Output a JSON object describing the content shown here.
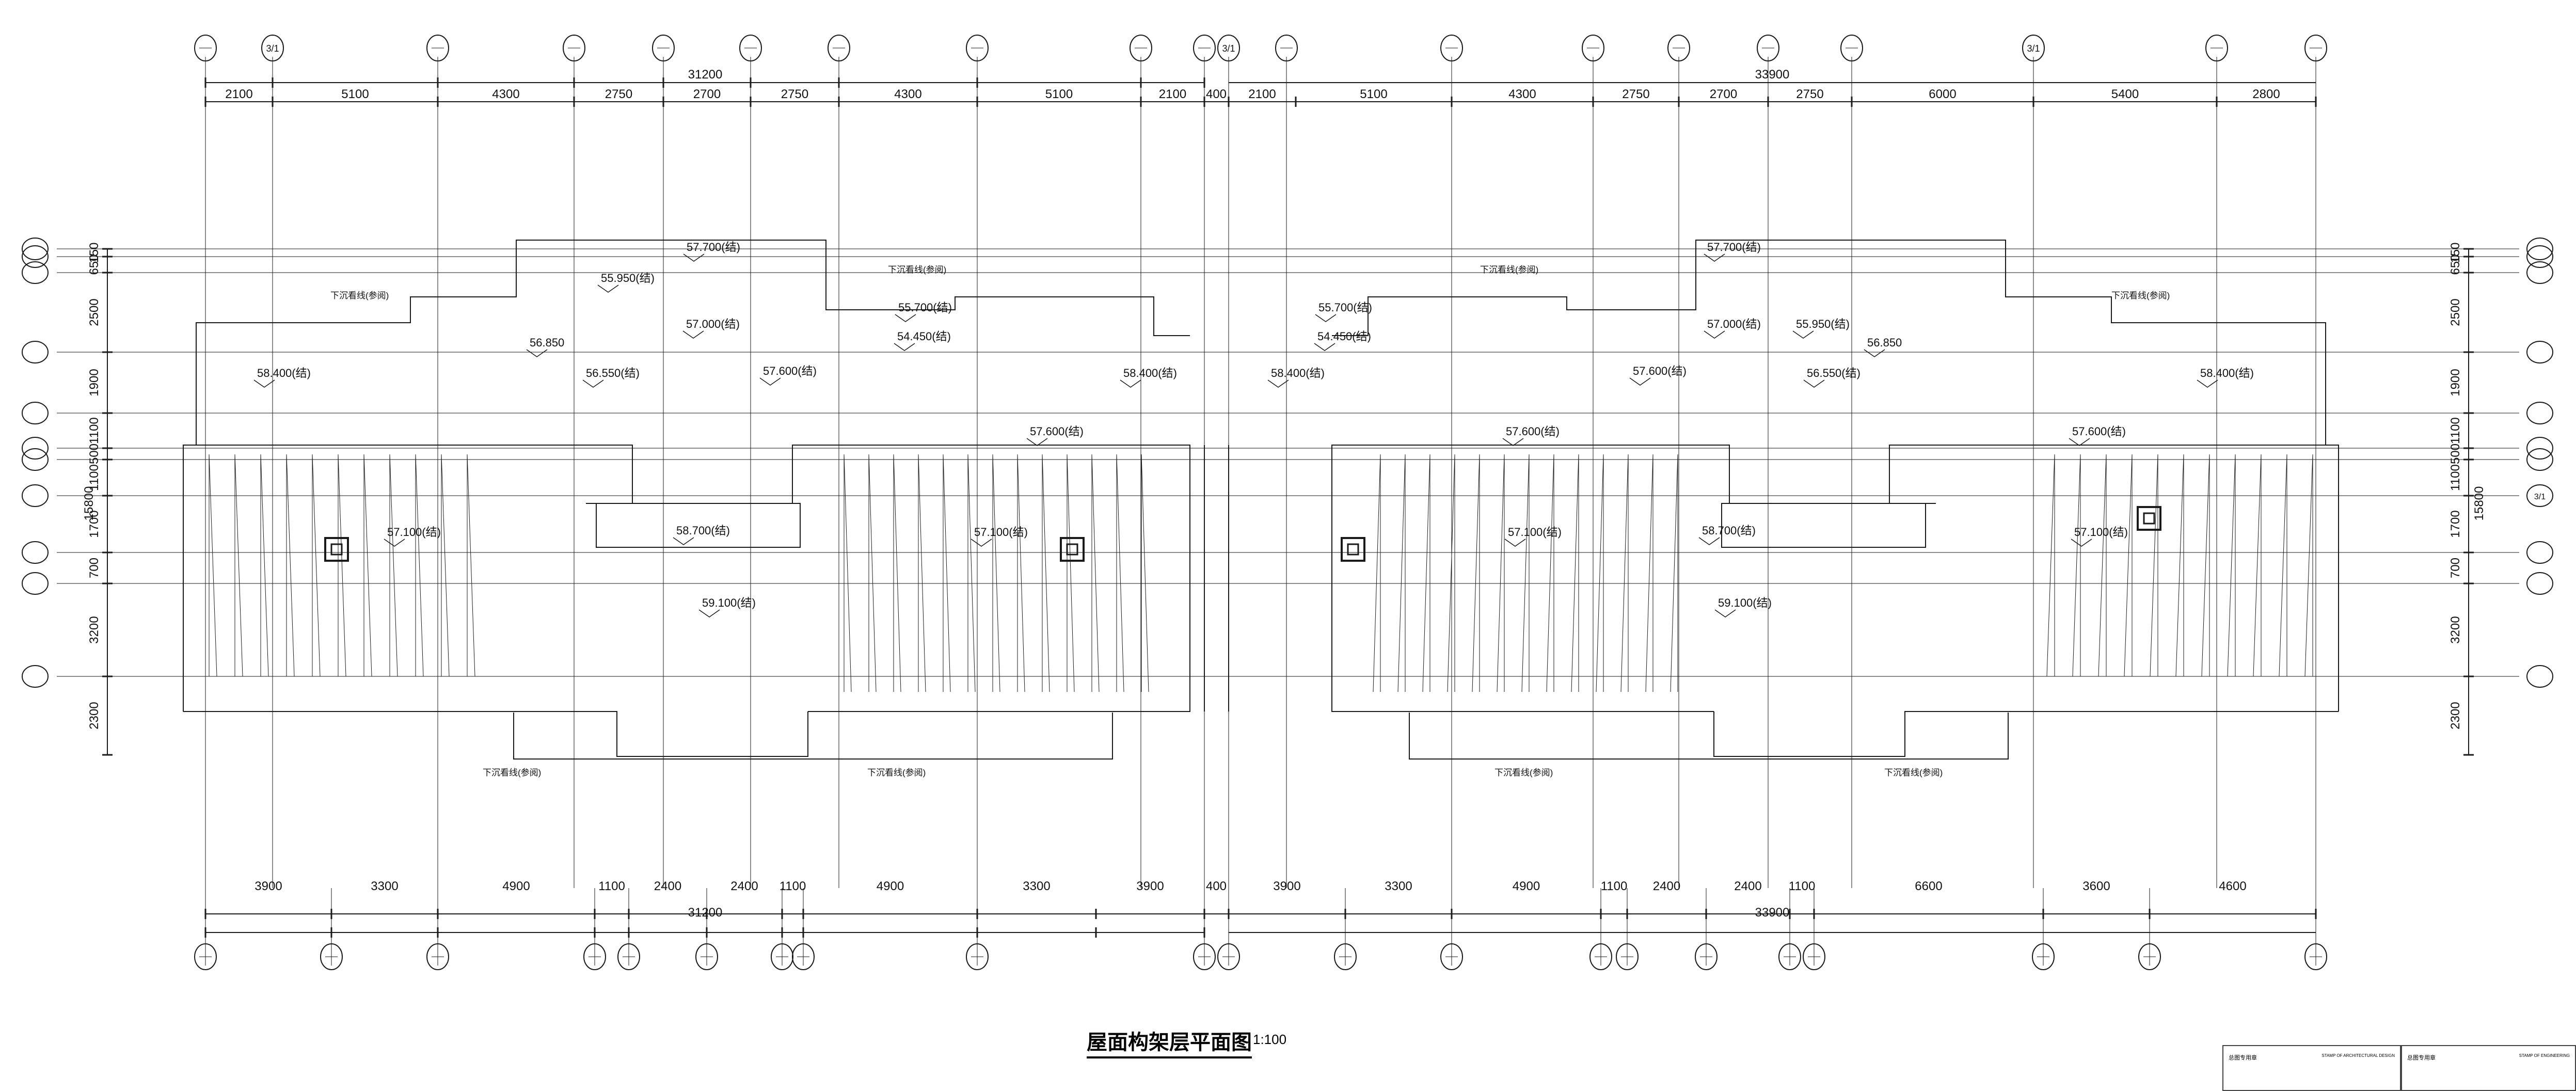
{
  "title": {
    "main": "屋面构架层平面图",
    "scale": "1:100"
  },
  "colors": {
    "line": "#1a1a1a",
    "background": "#ffffff"
  },
  "stamps": [
    {
      "label": "总图专用章",
      "en": "STAMP OF ARCHITECTURAL DESIGN"
    },
    {
      "label": "总图专用章",
      "en": "STAMP OF ENGINEERING"
    }
  ],
  "dims": {
    "top_overall": [
      "31200",
      "33900"
    ],
    "top_left": [
      "2100",
      "5100",
      "4300",
      "2750",
      "2700",
      "2750",
      "4300",
      "5100",
      "2100"
    ],
    "top_gap": "400",
    "top_right": [
      "2100",
      "5100",
      "4300",
      "2750",
      "2700",
      "2750",
      "6000",
      "5400",
      "2800"
    ],
    "bottom_overall": [
      "31200",
      "33900"
    ],
    "bottom_left": [
      "3900",
      "3300",
      "4900",
      "1100",
      "2400",
      "2400",
      "1100",
      "4900",
      "3300",
      "3900"
    ],
    "bottom_gap": "400",
    "bottom_right": [
      "3900",
      "3300",
      "4900",
      "1100",
      "2400",
      "2400",
      "1100",
      "6600",
      "3600",
      "4600"
    ],
    "vertical": [
      "150",
      "650",
      "2500",
      "1900",
      "1100",
      "500",
      "1100",
      "1700",
      "700",
      "3200",
      "2300"
    ],
    "vertical_total": "15800"
  },
  "elevations": [
    "57.700(结)",
    "55.950(结)",
    "57.000(结)",
    "56.850",
    "56.550(结)",
    "57.600(结)",
    "58.400(结)",
    "55.700(结)",
    "54.450(结)",
    "57.600(结)",
    "57.100(结)",
    "58.700(结)",
    "59.100(结)",
    "58.400(结)",
    "57.100(结)",
    "55.700(结)",
    "54.450(结)",
    "58.400(结)",
    "57.600(结)",
    "57.100(结)",
    "58.700(结)",
    "59.100(结)",
    "57.700(结)",
    "57.000(结)",
    "55.950(结)",
    "56.850",
    "57.600(结)",
    "56.550(结)",
    "58.400(结)",
    "57.600(结)",
    "57.100(结)"
  ],
  "notes": [
    "下沉看线(参阅)",
    "下沉看线(参阅)",
    "下沉看线(参阅)",
    "下沉看线(参阅)",
    "下沉看线(参阅)",
    "下沉看线(参阅)",
    "下沉看线(参阅)",
    "下沉看线(参阅)"
  ],
  "axis_tags": {
    "top": "3/1",
    "right_detail": "3/1"
  }
}
